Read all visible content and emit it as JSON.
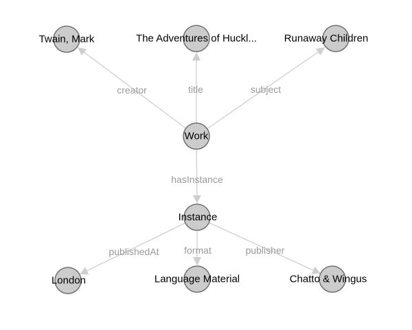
{
  "nodes": {
    "twain": "Twain, Mark",
    "title": "The Adventures of Huckl...",
    "runaway": "Runaway Children",
    "work": "Work",
    "instance": "Instance",
    "london": "London",
    "language": "Language Material",
    "chatto": "Chatto & Wingus"
  },
  "edges": {
    "creator": "creator",
    "title": "title",
    "subject": "subject",
    "hasInstance": "hasInstance",
    "publishedAt": "publishedAt",
    "format": "format",
    "publisher": "publisher"
  },
  "colors": {
    "node_fill": "#cccccc",
    "node_stroke": "#707070",
    "edge": "#cfcfcf",
    "edge_label": "#9a9a9a"
  }
}
